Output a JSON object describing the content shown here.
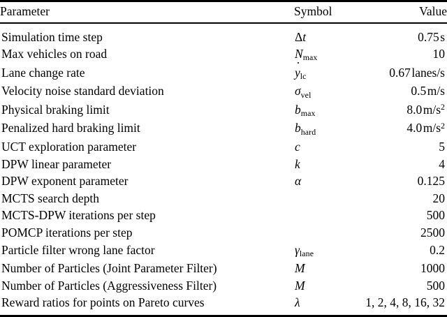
{
  "table": {
    "headers": {
      "parameter": "Parameter",
      "symbol": "Symbol",
      "value": "Value"
    },
    "rows": [
      {
        "parameter": "Simulation time step",
        "symbol_text": "Δt",
        "value_text": "0.75 s"
      },
      {
        "parameter": "Max vehicles on road",
        "symbol_text": "N_max",
        "value_text": "10"
      },
      {
        "parameter": "Lane change rate",
        "symbol_text": "ẏ_lc",
        "value_text": "0.67 lanes/s"
      },
      {
        "parameter": "Velocity noise standard deviation",
        "symbol_text": "σ_vel",
        "value_text": "0.5 m/s"
      },
      {
        "parameter": "Physical braking limit",
        "symbol_text": "b_max",
        "value_text": "8.0 m/s2"
      },
      {
        "parameter": "Penalized hard braking limit",
        "symbol_text": "b_hard",
        "value_text": "4.0 m/s2"
      },
      {
        "parameter": "UCT exploration parameter",
        "symbol_text": "c",
        "value_text": "5"
      },
      {
        "parameter": "DPW linear parameter",
        "symbol_text": "k",
        "value_text": "4"
      },
      {
        "parameter": "DPW exponent parameter",
        "symbol_text": "α",
        "value_text": "0.125"
      },
      {
        "parameter": "MCTS search depth",
        "symbol_text": "",
        "value_text": "20"
      },
      {
        "parameter": "MCTS-DPW iterations per step",
        "symbol_text": "",
        "value_text": "500"
      },
      {
        "parameter": "POMCP iterations per step",
        "symbol_text": "",
        "value_text": "2500"
      },
      {
        "parameter": "Particle filter wrong lane factor",
        "symbol_text": "γ_lane",
        "value_text": "0.2"
      },
      {
        "parameter": "Number of Particles (Joint Parameter Filter)",
        "symbol_text": "M",
        "value_text": "1000"
      },
      {
        "parameter": "Number of Particles (Aggressiveness Filter)",
        "symbol_text": "M",
        "value_text": "500"
      },
      {
        "parameter": "Reward ratios for points on Pareto curves",
        "symbol_text": "λ",
        "value_text": "1, 2, 4, 8, 16, 32"
      }
    ],
    "symbol_html": [
      "<span class=\"up\">Δ</span>t",
      "N<sub>max</sub>",
      "<span class=\"dotacc\">y</span><sub>lc</sub>",
      "σ<sub>vel</sub>",
      "b<sub>max</sub>",
      "b<sub>hard</sub>",
      "c",
      "k",
      "α",
      "",
      "",
      "",
      "γ<sub>lane</sub>",
      "M",
      "M",
      "λ"
    ],
    "value_html": [
      "0.75<span class=\"unit\">s</span>",
      "10",
      "0.67<span class=\"unit\">lanes/s</span>",
      "0.5<span class=\"unit\">m/s</span>",
      "8.0<span class=\"unit\">m/s<sup>2</sup></span>",
      "4.0<span class=\"unit\">m/s<sup>2</sup></span>",
      "5",
      "4",
      "0.125",
      "20",
      "500",
      "2500",
      "0.2",
      "1000",
      "500",
      "1, 2, 4, 8, 16, 32"
    ]
  },
  "style": {
    "text_color": "#000000",
    "background_color": "#ffffff",
    "rule_color": "#000000"
  }
}
